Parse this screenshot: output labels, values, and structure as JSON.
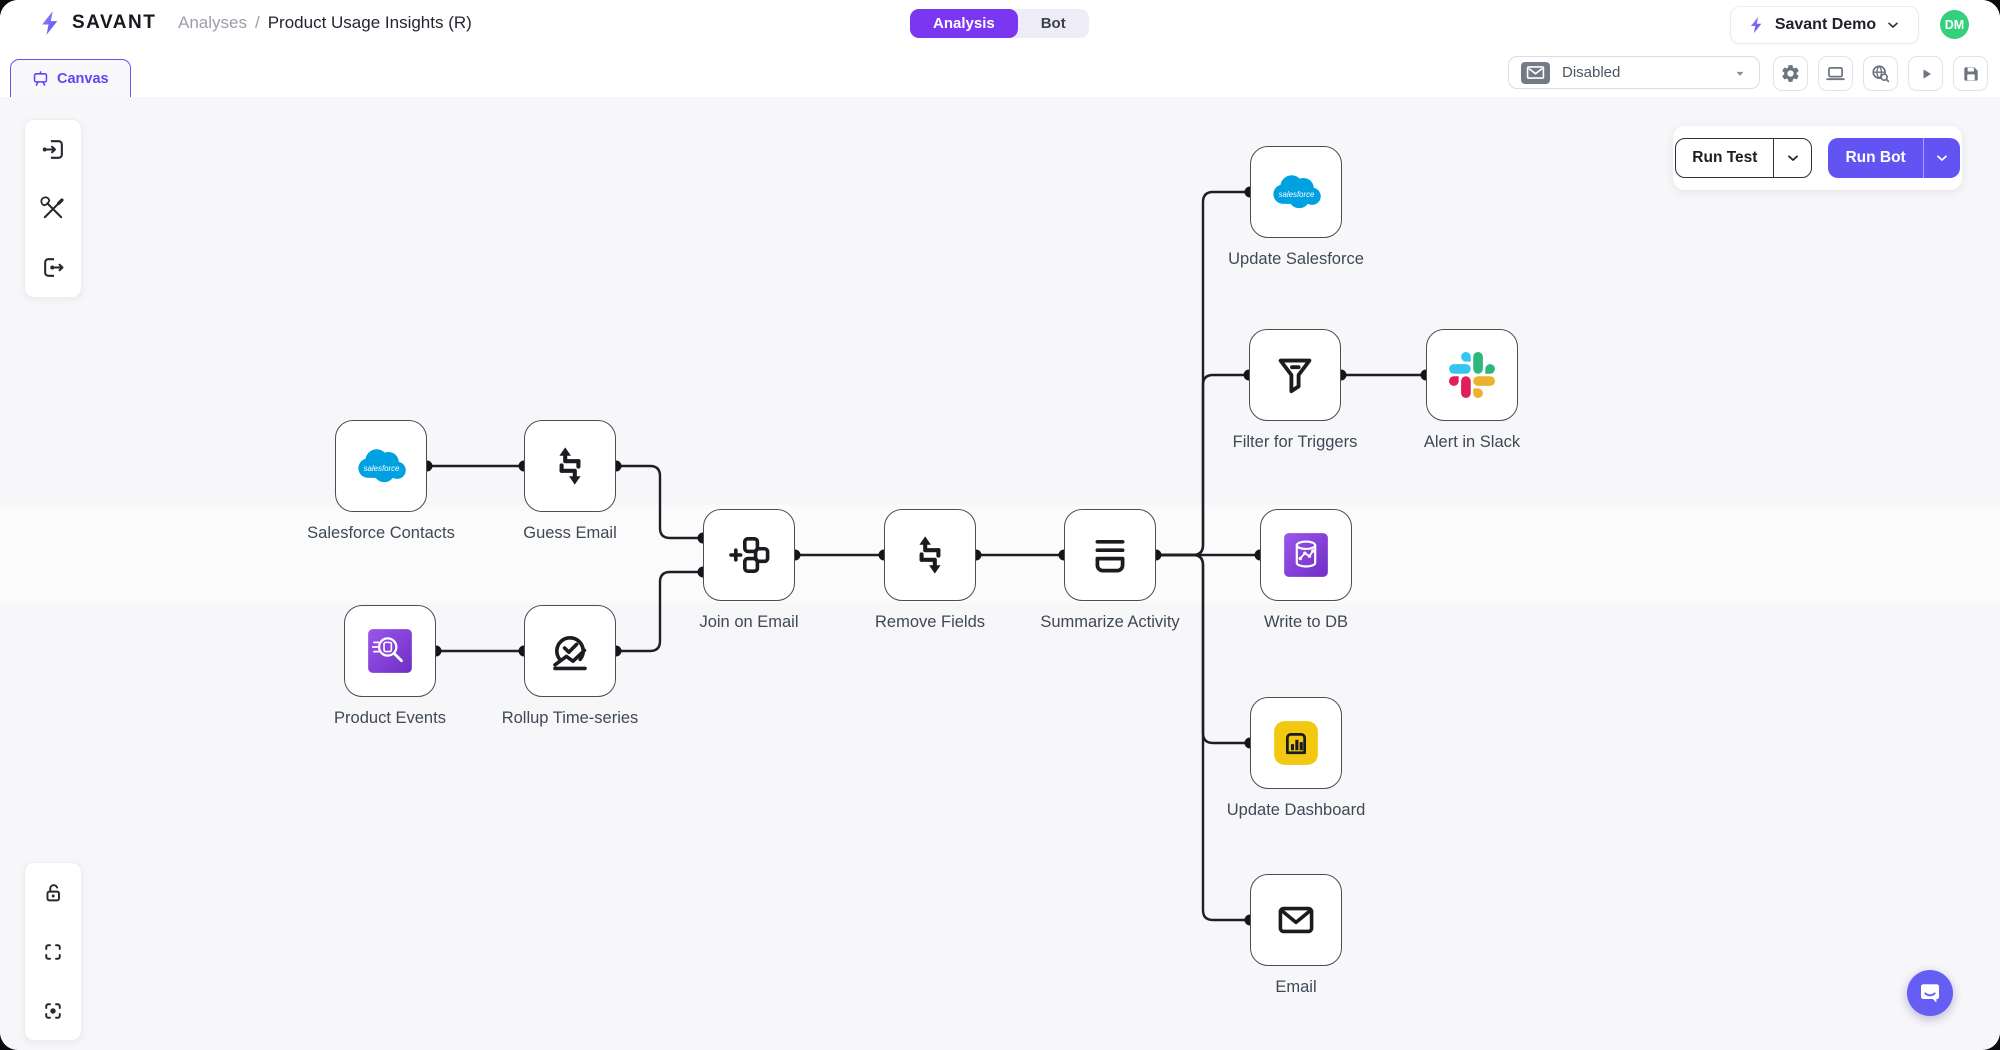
{
  "header": {
    "brand": "SAVANT",
    "breadcrumb": {
      "section": "Analyses",
      "separator": "/",
      "current": "Product Usage Insights (R)"
    },
    "mode_toggle": {
      "analysis": "Analysis",
      "bot": "Bot"
    },
    "workspace_button": "Savant Demo",
    "avatar_initials": "DM"
  },
  "toolbar": {
    "canvas_tab": "Canvas",
    "status_dropdown_value": "Disabled",
    "icon_buttons": [
      "settings-icon",
      "display-icon",
      "web-preview-icon",
      "play-icon",
      "save-icon"
    ]
  },
  "run_panel": {
    "run_test": "Run Test",
    "run_bot": "Run Bot"
  },
  "canvas": {
    "salesforce_wordmark": "salesforce",
    "nodes": [
      {
        "label": "Salesforce Contacts",
        "icon": "salesforce-logo"
      },
      {
        "label": "Guess Email",
        "icon": "transform-arrows-icon"
      },
      {
        "label": "Product Events",
        "icon": "event-search-icon"
      },
      {
        "label": "Rollup Time-series",
        "icon": "timeseries-rollup-icon"
      },
      {
        "label": "Join on Email",
        "icon": "join-merge-icon"
      },
      {
        "label": "Remove Fields",
        "icon": "transform-arrows-icon"
      },
      {
        "label": "Summarize Activity",
        "icon": "summarize-icon"
      },
      {
        "label": "Update Salesforce",
        "icon": "salesforce-logo"
      },
      {
        "label": "Filter for Triggers",
        "icon": "filter-funnel-icon"
      },
      {
        "label": "Alert in Slack",
        "icon": "slack-logo"
      },
      {
        "label": "Write to DB",
        "icon": "database-icon"
      },
      {
        "label": "Update Dashboard",
        "icon": "powerbi-logo"
      },
      {
        "label": "Email",
        "icon": "envelope-icon"
      }
    ]
  },
  "colors": {
    "accent_purple": "#7a36f1",
    "canvas_tab_purple": "#6453f3",
    "run_bot_purple": "#6254f3",
    "avatar_green": "#35d07b",
    "salesforce_blue": "#00a1e0",
    "powerbi_yellow": "#f2c811",
    "slack_blue": "#36C5F0",
    "slack_green": "#2EB67D",
    "slack_yellow": "#ECB22E",
    "slack_red": "#E01E5A",
    "node_icon_purple": "#8b46e4"
  }
}
